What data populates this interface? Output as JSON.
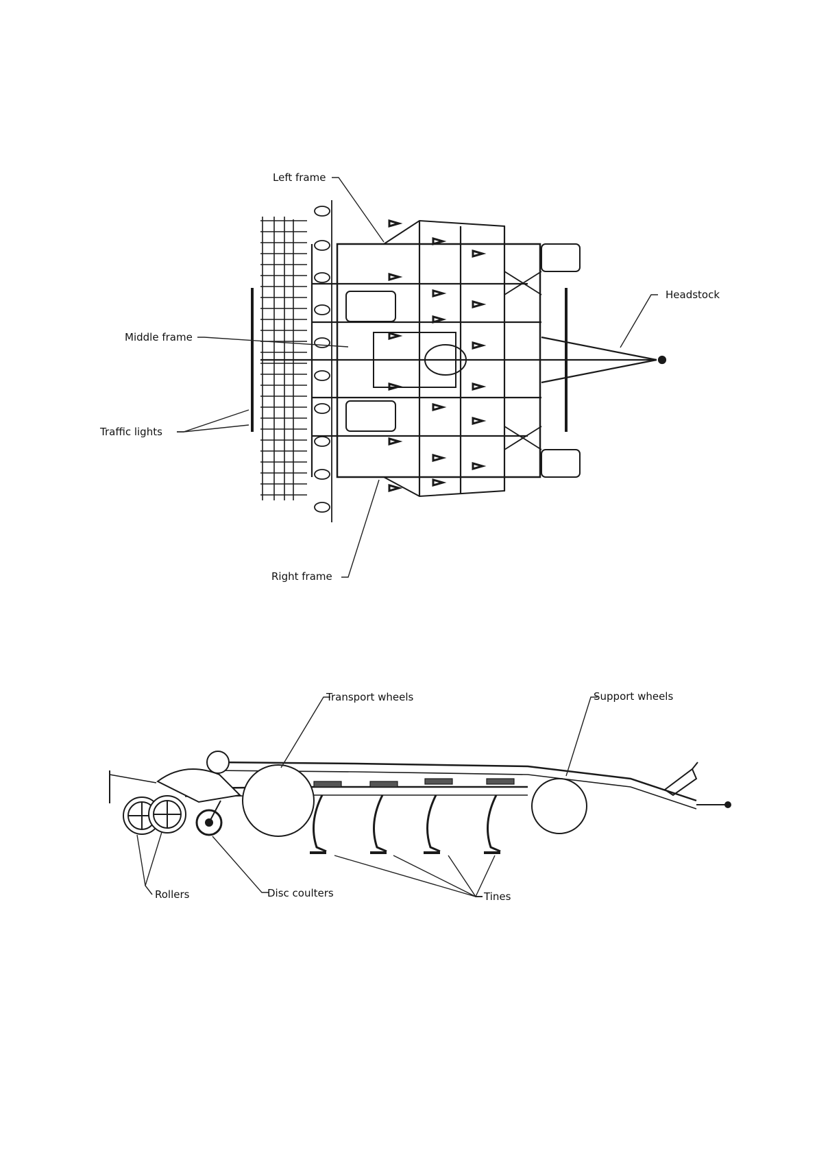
{
  "top_view": {
    "labels": {
      "left_frame": "Left frame",
      "headstock": "Headstock",
      "middle_frame": "Middle frame",
      "traffic_lights": "Traffic lights",
      "right_frame": "Right frame"
    }
  },
  "side_view": {
    "labels": {
      "transport_wheels": "Transport wheels",
      "support_wheels": "Support wheels",
      "rollers": "Rollers",
      "disc_coulters": "Disc coulters",
      "tines": "Tines"
    }
  },
  "colors": {
    "line": "#1a1a1a",
    "fill": "#ffffff",
    "shade": "#555555"
  }
}
